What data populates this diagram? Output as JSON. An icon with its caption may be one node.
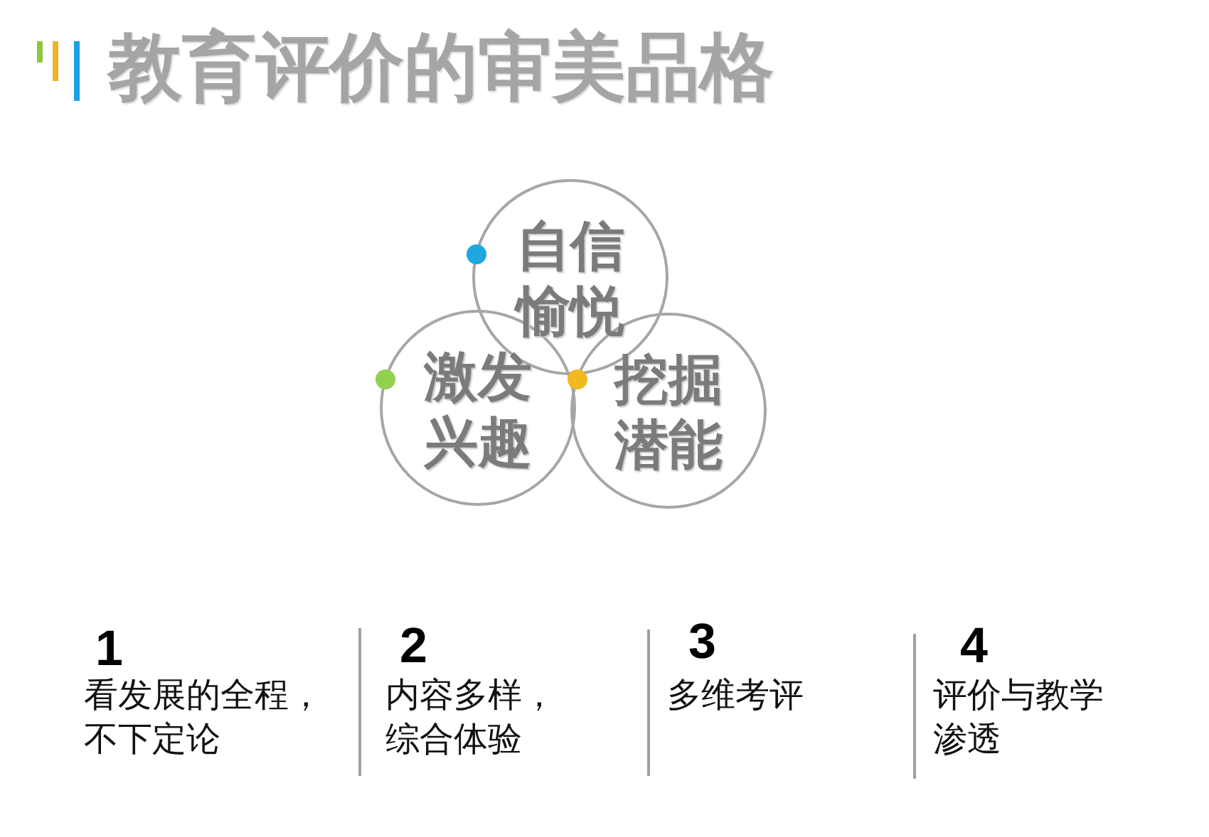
{
  "diagram": {
    "title": "教育评价的审美品格",
    "nodes": [
      {
        "text": [
          "自信愉悦"
        ]
      },
      {
        "text": [
          "激发兴趣"
        ]
      },
      {
        "text": [
          "挖掘潜能"
        ]
      }
    ],
    "labels": [
      "1",
      "看发展的全程，不下定论",
      "2",
      "内容多样，综合体验",
      "3",
      "多维考评",
      "4",
      "评价与教学渗透"
    ]
  }
}
